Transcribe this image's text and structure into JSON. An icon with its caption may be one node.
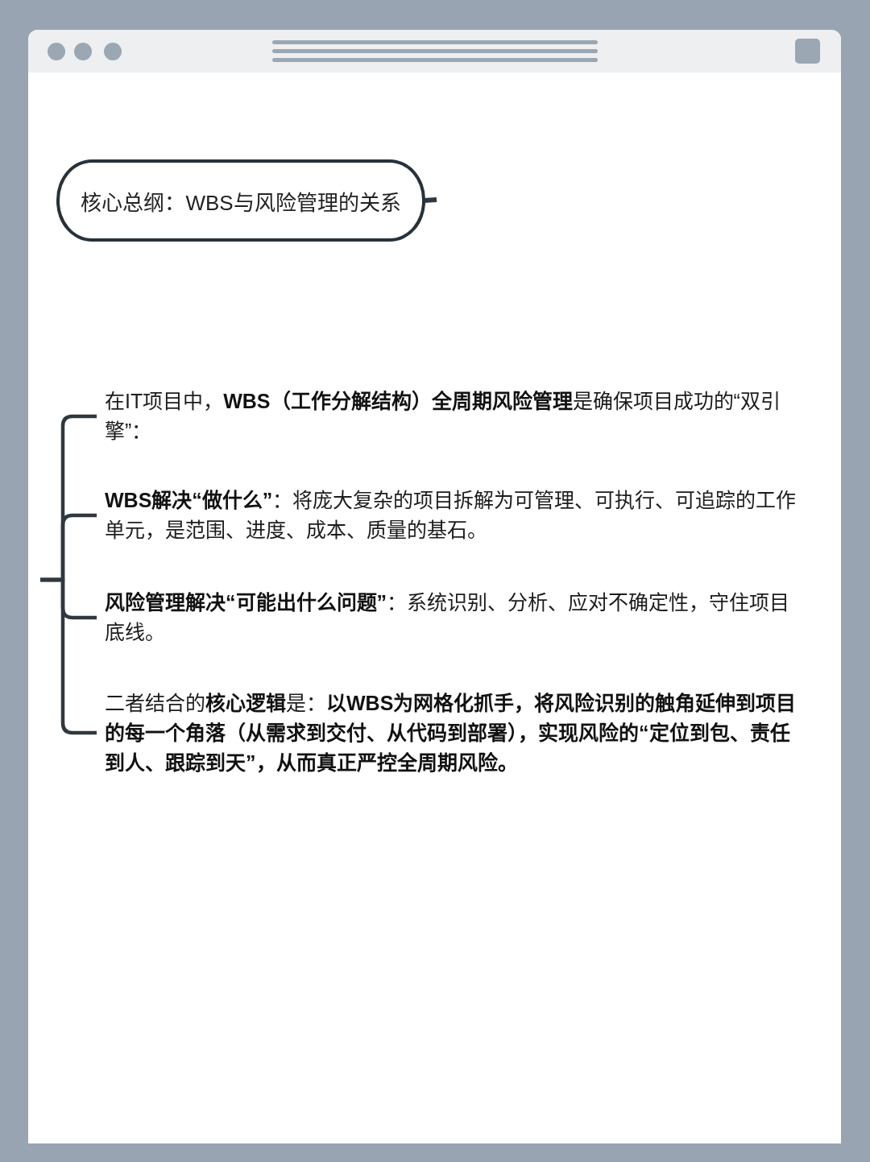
{
  "diagram": {
    "nodes": [
      {
        "text": [
          "核心总纲：WBS与风险管理的关系"
        ]
      },
      {
        "text": [
          "在IT项目中，**WBS（工作分解结构）全周期风险管理**是确保项目成功的“双引擎”："
        ]
      },
      {
        "text": [
          "**WBS解决“做什么”**：将庞大复杂的项目拆解为可管理、可执行、可追踪的工作单元，是范围、进度、成本、质量的基石。"
        ]
      },
      {
        "text": [
          "**风险管理解决“可能出什么问题”**：系统识别、分析、应对不确定性，守住项目底线。"
        ]
      },
      {
        "text": [
          "二者结合的**核心逻辑**是：**以WBS为网格化抓手，将风险识别的触角延伸到项目的每一个角落（从需求到交付、从代码到部署），实现风险的“定位到包、责任到人、跟踪到天”，从而真正严控全周期风险。**"
        ]
      }
    ],
    "edges": [
      {
        "from": 0,
        "to": null,
        "arrow": "none"
      },
      {
        "from": null,
        "to": 1,
        "arrow": "none"
      },
      {
        "from": null,
        "to": 2,
        "arrow": "none"
      },
      {
        "from": null,
        "to": 3,
        "arrow": "none"
      },
      {
        "from": null,
        "to": 4,
        "arrow": "none"
      }
    ]
  }
}
